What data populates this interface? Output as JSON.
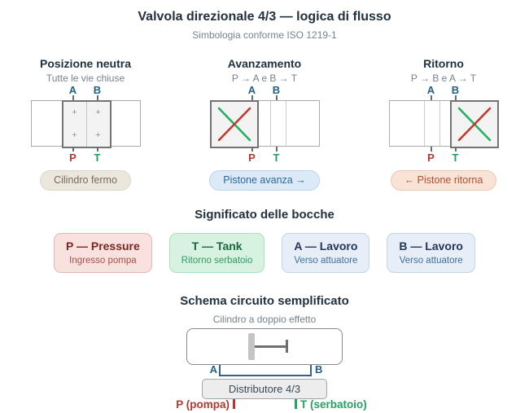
{
  "header": {
    "title": "Valvola direzionale 4/3 — logica di flusso",
    "subtitle": "Simbologia conforme ISO 1219-1"
  },
  "ports": {
    "a": "A",
    "b": "B",
    "p": "P",
    "t": "T"
  },
  "valve": {
    "closed_symbol": "+"
  },
  "positions": [
    {
      "name": "Posizione neutra",
      "description": "Tutte le vie chiuse",
      "active_box": "center",
      "badge": "Cilindro fermo"
    },
    {
      "name": "Avanzamento",
      "description": "P → A e B → T",
      "active_box": "left",
      "badge": "Pistone avanza →"
    },
    {
      "name": "Ritorno",
      "description": "P → B e A → T",
      "active_box": "right",
      "badge": "← Pistone ritorna"
    }
  ],
  "ports_section": {
    "heading": "Significato delle bocche",
    "cards": [
      {
        "title": "P — Pressure",
        "subtitle": "Ingresso pompa",
        "style": "red"
      },
      {
        "title": "T — Tank",
        "subtitle": "Ritorno serbatoio",
        "style": "green"
      },
      {
        "title": "A — Lavoro",
        "subtitle": "Verso attuatore",
        "style": "blue"
      },
      {
        "title": "B — Lavoro",
        "subtitle": "Verso attuatore",
        "style": "blue"
      }
    ]
  },
  "circuit": {
    "heading": "Schema circuito semplificato",
    "cylinder_label": "Cilindro a doppio effetto",
    "port_a_label": "A",
    "port_b_label": "B",
    "distributor_label": "Distributore 4/3",
    "pump_label": "P (pompa)",
    "tank_label": "T (serbatoio)"
  },
  "colors": {
    "port_ab_blue": "#21618c",
    "port_p_red": "#b03a2e",
    "port_t_green": "#1d9e63",
    "flow_green": "#27ae60",
    "flow_red": "#c0392b",
    "badge_neutral_text": "#746b5c",
    "badge_blue_text": "#2b689c",
    "badge_orange_text": "#b14f30"
  }
}
